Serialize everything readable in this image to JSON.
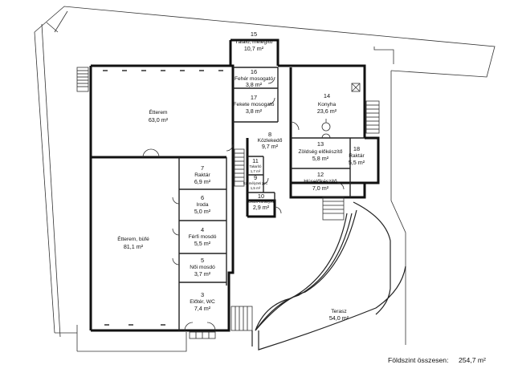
{
  "total": {
    "label": "Földszint összesen:",
    "value": "254,7 m²"
  },
  "rooms": [
    {
      "number": "15",
      "name": "Tálaló, melegítő",
      "area": "10,7 m²"
    },
    {
      "number": "16",
      "name": "Fehér mosogató",
      "area": "3,8 m²"
    },
    {
      "number": "17",
      "name": "Fekete mosogató",
      "area": "3,8 m²"
    },
    {
      "number": "",
      "name": "Étterem",
      "area": "63,0 m²"
    },
    {
      "number": "14",
      "name": "Konyha",
      "area": "23,6 m²"
    },
    {
      "number": "8",
      "name": "Közlekedő",
      "area": "9,7 m²"
    },
    {
      "number": "13",
      "name": "Zöldség előkészítő",
      "area": "5,8 m²"
    },
    {
      "number": "18",
      "name": "Raktár",
      "area": "5,5 m²"
    },
    {
      "number": "11",
      "name": "Takarító",
      "area": "1,7 m²"
    },
    {
      "number": "9",
      "name": "Személyzeti WC",
      "area": "1,5 m²"
    },
    {
      "number": "12",
      "name": "Húselőkészítő",
      "area": "7,0 m²"
    },
    {
      "number": "7",
      "name": "Raktár",
      "area": "6,9 m²"
    },
    {
      "number": "10",
      "name": "Öltöző-zuhanyzó",
      "area": "2,9 m²"
    },
    {
      "number": "6",
      "name": "Iroda",
      "area": "5,0 m²"
    },
    {
      "number": "",
      "name": "Étterem, büfé",
      "area": "81,1 m²"
    },
    {
      "number": "4",
      "name": "Férfi mosdó",
      "area": "5,5 m²"
    },
    {
      "number": "5",
      "name": "Női mosdó",
      "area": "3,7 m²"
    },
    {
      "number": "3",
      "name": "Előtér, WC",
      "area": "7,4 m²"
    },
    {
      "number": "",
      "name": "Terasz",
      "area": "54,0 m²"
    }
  ]
}
